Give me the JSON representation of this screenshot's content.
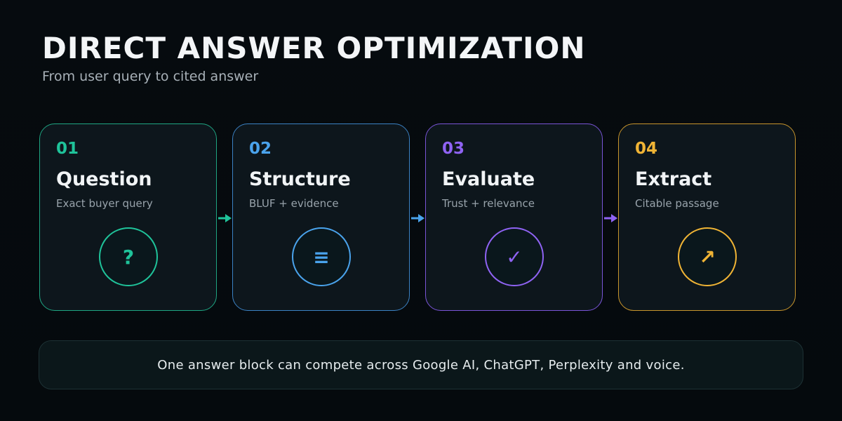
{
  "header": {
    "title": "DIRECT ANSWER OPTIMIZATION",
    "subtitle": "From user query to cited answer"
  },
  "steps": [
    {
      "number": "01",
      "title": "Question",
      "description": "Exact buyer query",
      "icon": "?",
      "icon_name": "question-icon",
      "color": "#1fc39a"
    },
    {
      "number": "02",
      "title": "Structure",
      "description": "BLUF + evidence",
      "icon": "≡",
      "icon_name": "list-icon",
      "color": "#4aa3ec"
    },
    {
      "number": "03",
      "title": "Evaluate",
      "description": "Trust + relevance",
      "icon": "✓",
      "icon_name": "checkmark-icon",
      "color": "#8f63f3"
    },
    {
      "number": "04",
      "title": "Extract",
      "description": "Citable passage",
      "icon": "↗",
      "icon_name": "arrow-up-right-icon",
      "color": "#f0b435"
    }
  ],
  "footer": {
    "text": "One answer block can compete across Google AI, ChatGPT, Perplexity and voice."
  }
}
